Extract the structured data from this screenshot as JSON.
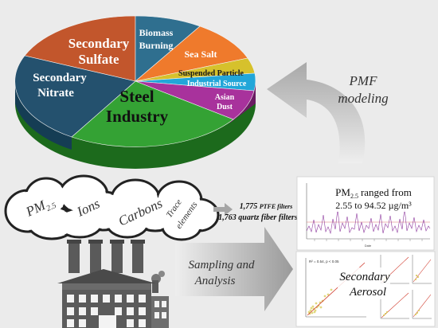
{
  "figure": {
    "background": "#ebebeb",
    "pie": {
      "labels": {
        "secondary_sulfate_line1": "Secondary",
        "secondary_sulfate_line2": "Sulfate",
        "biomass_burning_line1": "Biomass",
        "biomass_burning_line2": "Burning",
        "sea_salt": "Sea Salt",
        "secondary_nitrate_line1": "Secondary",
        "secondary_nitrate_line2": "Nitrate",
        "suspended_particle": "Suspended Particle",
        "industrial_source": "Industrial Source",
        "asian_dust_line1": "Asian",
        "asian_dust_line2": "Dust",
        "steel_industry_line1": "Steel",
        "steel_industry_line2": "Industry"
      },
      "colors": {
        "secondary_sulfate": "#c2562c",
        "biomass_burning": "#2f6f8f",
        "sea_salt": "#ef7a2c",
        "suspended_particle": "#d6c12c",
        "industrial_source": "#22a6d9",
        "asian_dust": "#a8329c",
        "steel_industry": "#34a234",
        "secondary_nitrate": "#24516e"
      }
    },
    "pmf": {
      "line1": "PMF",
      "line2": "modeling"
    },
    "clouds": {
      "pm_main": "PM",
      "pm_sub": "2.5",
      "ions": "Ions",
      "carbons": "Carbons",
      "trace_line1": "Trace",
      "trace_line2": "elements"
    },
    "filters": {
      "ptfe_count": "1,775",
      "ptfe_label": "PTFE filters",
      "quartz_count": "1,763",
      "quartz_label": "quartz fiber filters"
    },
    "timeseries_panel": {
      "line1_pre": "PM",
      "line1_sub": "2.5",
      "line1_post": "ranged from",
      "line2": "2.55 to 94.52 µg/m³",
      "xlabel": "Date",
      "series_color": "#8e3a9e"
    },
    "sampling": {
      "line1": "Sampling and",
      "line2": "Analysis"
    },
    "scatter_panel": {
      "main_stat": "R² = 0.54, p < 0.05",
      "label_line1": "Secondary",
      "label_line2": "Aerosol"
    }
  }
}
